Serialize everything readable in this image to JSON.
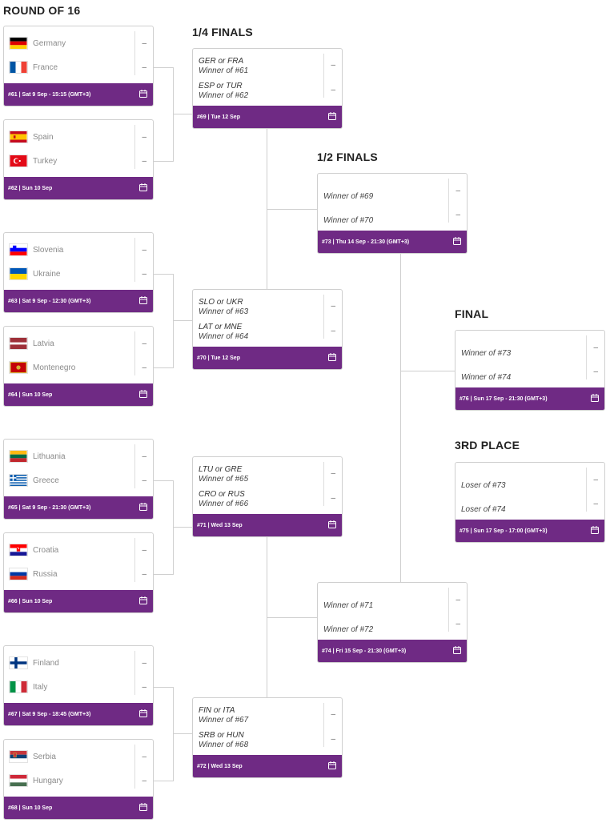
{
  "rounds": {
    "r16": "ROUND OF 16",
    "qf": "1/4 FINALS",
    "sf": "1/2 FINALS",
    "final": "FINAL",
    "third": "3RD PLACE"
  },
  "score_placeholder": "–",
  "r16": [
    {
      "home": "Germany",
      "away": "France",
      "home_flag": "germany-flag",
      "away_flag": "france-flag",
      "info": "#61 | Sat 9 Sep - 15:15 (GMT+3)"
    },
    {
      "home": "Spain",
      "away": "Turkey",
      "home_flag": "spain-flag",
      "away_flag": "turkey-flag",
      "info": "#62 | Sun 10 Sep"
    },
    {
      "home": "Slovenia",
      "away": "Ukraine",
      "home_flag": "slovenia-flag",
      "away_flag": "ukraine-flag",
      "info": "#63 | Sat 9 Sep - 12:30 (GMT+3)"
    },
    {
      "home": "Latvia",
      "away": "Montenegro",
      "home_flag": "latvia-flag",
      "away_flag": "montenegro-flag",
      "info": "#64 | Sun 10 Sep"
    },
    {
      "home": "Lithuania",
      "away": "Greece",
      "home_flag": "lithuania-flag",
      "away_flag": "greece-flag",
      "info": "#65 | Sat 9 Sep - 21:30 (GMT+3)"
    },
    {
      "home": "Croatia",
      "away": "Russia",
      "home_flag": "croatia-flag",
      "away_flag": "russia-flag",
      "info": "#66 | Sun 10 Sep"
    },
    {
      "home": "Finland",
      "away": "Italy",
      "home_flag": "finland-flag",
      "away_flag": "italy-flag",
      "info": "#67 | Sat 9 Sep - 18:45 (GMT+3)"
    },
    {
      "home": "Serbia",
      "away": "Hungary",
      "home_flag": "serbia-flag",
      "away_flag": "hungary-flag",
      "info": "#68 | Sun 10 Sep"
    }
  ],
  "qf": [
    {
      "home": "GER or FRA",
      "home_sub": "Winner of #61",
      "away": "ESP or TUR",
      "away_sub": "Winner of #62",
      "info": "#69 | Tue 12 Sep"
    },
    {
      "home": "SLO or UKR",
      "home_sub": "Winner of #63",
      "away": "LAT or MNE",
      "away_sub": "Winner of #64",
      "info": "#70 | Tue 12 Sep"
    },
    {
      "home": "LTU or GRE",
      "home_sub": "Winner of #65",
      "away": "CRO or RUS",
      "away_sub": "Winner of #66",
      "info": "#71 | Wed 13 Sep"
    },
    {
      "home": "FIN or ITA",
      "home_sub": "Winner of #67",
      "away": "SRB or HUN",
      "away_sub": "Winner of #68",
      "info": "#72 | Wed 13 Sep"
    }
  ],
  "sf": [
    {
      "home": "Winner of #69",
      "away": "Winner of #70",
      "info": "#73 | Thu 14 Sep - 21:30 (GMT+3)"
    },
    {
      "home": "Winner of #71",
      "away": "Winner of #72",
      "info": "#74 | Fri 15 Sep - 21:30 (GMT+3)"
    }
  ],
  "final": {
    "home": "Winner of #73",
    "away": "Winner of #74",
    "info": "#76 | Sun 17 Sep - 21:30 (GMT+3)"
  },
  "third": {
    "home": "Loser of #73",
    "away": "Loser of #74",
    "info": "#75 | Sun 17 Sep - 17:00 (GMT+3)"
  },
  "colors": {
    "footer": "#6f2a84",
    "line": "#cfcfcf"
  }
}
